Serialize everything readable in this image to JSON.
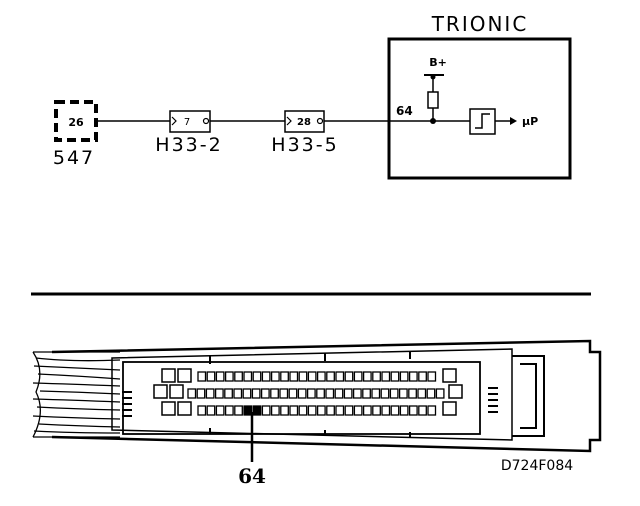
{
  "schematic": {
    "ecu_title": "TRIONIC",
    "supply_label": "B+",
    "pin_label": "64",
    "micro_label": "µP",
    "sensor": {
      "pin": "26",
      "id": "547"
    },
    "connectors": [
      {
        "pin": "7",
        "id": "H33-2"
      },
      {
        "pin": "28",
        "id": "H33-5"
      }
    ]
  },
  "connector_view": {
    "pin_callout": "64",
    "drawing_code": "D724F084"
  },
  "colors": {
    "ink": "#000000",
    "paper": "#ffffff"
  }
}
